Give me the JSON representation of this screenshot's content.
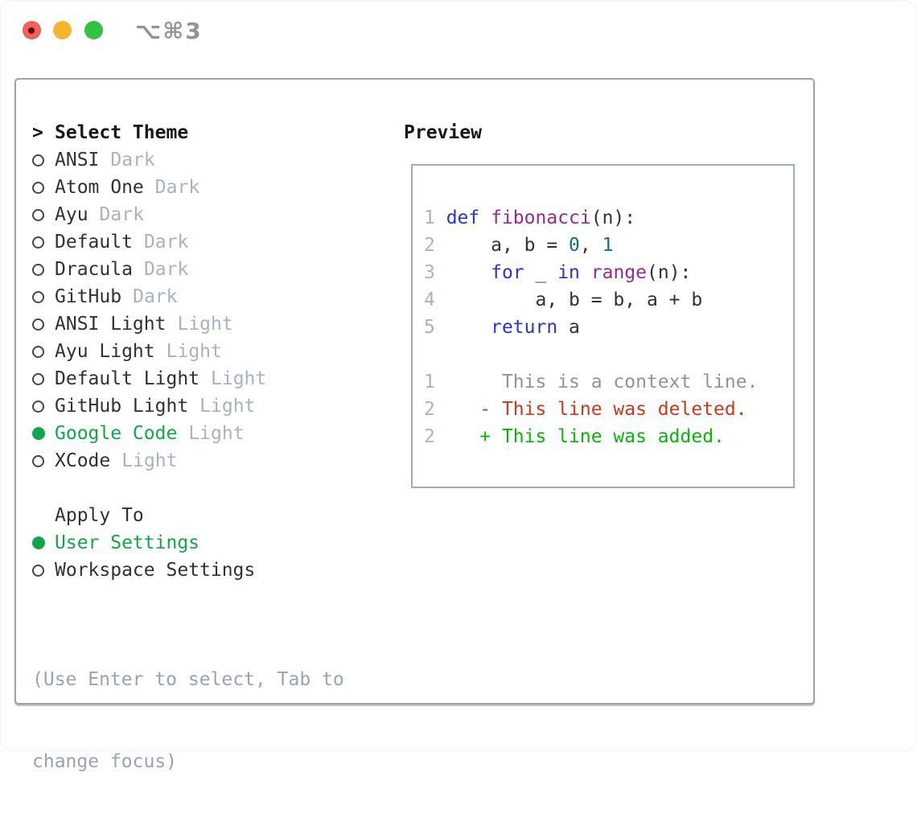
{
  "window": {
    "title": "⌥⌘3",
    "traffic_lights": [
      "close",
      "minimize",
      "zoom"
    ]
  },
  "colors": {
    "accent_green": "#12a649",
    "diff_added_green": "#09b50b",
    "diff_deleted_red": "#c9391b",
    "keyword_blue": "#2a34c9",
    "function_purple": "#952b8f",
    "number_teal": "#0e7175",
    "muted_gray": "#a9b2bf",
    "line_number_gray": "#a9b3c3",
    "border_gray": "#9ba3af",
    "traffic_red": "#f4605a",
    "traffic_yellow": "#f6b42d",
    "traffic_green": "#2fc341"
  },
  "left": {
    "header": {
      "prefix": ">",
      "label": "Select Theme"
    },
    "themes": [
      {
        "name": "ANSI",
        "variant": "Dark",
        "selected": false
      },
      {
        "name": "Atom One",
        "variant": "Dark",
        "selected": false
      },
      {
        "name": "Ayu",
        "variant": "Dark",
        "selected": false
      },
      {
        "name": "Default",
        "variant": "Dark",
        "selected": false
      },
      {
        "name": "Dracula",
        "variant": "Dark",
        "selected": false
      },
      {
        "name": "GitHub",
        "variant": "Dark",
        "selected": false
      },
      {
        "name": "ANSI Light",
        "variant": "Light",
        "selected": false
      },
      {
        "name": "Ayu Light",
        "variant": "Light",
        "selected": false
      },
      {
        "name": "Default Light",
        "variant": "Light",
        "selected": false
      },
      {
        "name": "GitHub Light",
        "variant": "Light",
        "selected": false
      },
      {
        "name": "Google Code",
        "variant": "Light",
        "selected": true
      },
      {
        "name": "XCode",
        "variant": "Light",
        "selected": false
      }
    ],
    "apply_to": {
      "label": "Apply To",
      "options": [
        {
          "name": "User Settings",
          "selected": true
        },
        {
          "name": "Workspace Settings",
          "selected": false
        }
      ]
    },
    "help": [
      "(Use Enter to select, Tab to",
      "change focus)"
    ]
  },
  "preview": {
    "title": "Preview",
    "code_lines": [
      {
        "tokens": [
          {
            "c": "ln",
            "t": "1 "
          },
          {
            "c": "kw",
            "t": "def"
          },
          {
            "c": "pl",
            "t": " "
          },
          {
            "c": "fn",
            "t": "fibonacci"
          },
          {
            "c": "pl",
            "t": "(n):"
          }
        ]
      },
      {
        "tokens": [
          {
            "c": "ln",
            "t": "2 "
          },
          {
            "c": "pl",
            "t": "    a, b = "
          },
          {
            "c": "num",
            "t": "0"
          },
          {
            "c": "pl",
            "t": ", "
          },
          {
            "c": "num",
            "t": "1"
          }
        ]
      },
      {
        "tokens": [
          {
            "c": "ln",
            "t": "3 "
          },
          {
            "c": "pl",
            "t": "    "
          },
          {
            "c": "kw",
            "t": "for"
          },
          {
            "c": "pl",
            "t": " _ "
          },
          {
            "c": "kw",
            "t": "in"
          },
          {
            "c": "pl",
            "t": " "
          },
          {
            "c": "fn",
            "t": "range"
          },
          {
            "c": "pl",
            "t": "(n):"
          }
        ]
      },
      {
        "tokens": [
          {
            "c": "ln",
            "t": "4 "
          },
          {
            "c": "pl",
            "t": "        a, b = b, a + b"
          }
        ]
      },
      {
        "tokens": [
          {
            "c": "ln",
            "t": "5 "
          },
          {
            "c": "pl",
            "t": "    "
          },
          {
            "c": "kw",
            "t": "return"
          },
          {
            "c": "pl",
            "t": " a"
          }
        ]
      },
      {
        "tokens": []
      },
      {
        "tokens": [
          {
            "c": "ln",
            "t": "1 "
          },
          {
            "c": "ctx",
            "t": "     This is a context line."
          }
        ]
      },
      {
        "tokens": [
          {
            "c": "ln",
            "t": "2 "
          },
          {
            "c": "del",
            "t": "   - This line was deleted."
          }
        ]
      },
      {
        "tokens": [
          {
            "c": "ln",
            "t": "2 "
          },
          {
            "c": "add",
            "t": "   + This line was added."
          }
        ]
      }
    ]
  }
}
